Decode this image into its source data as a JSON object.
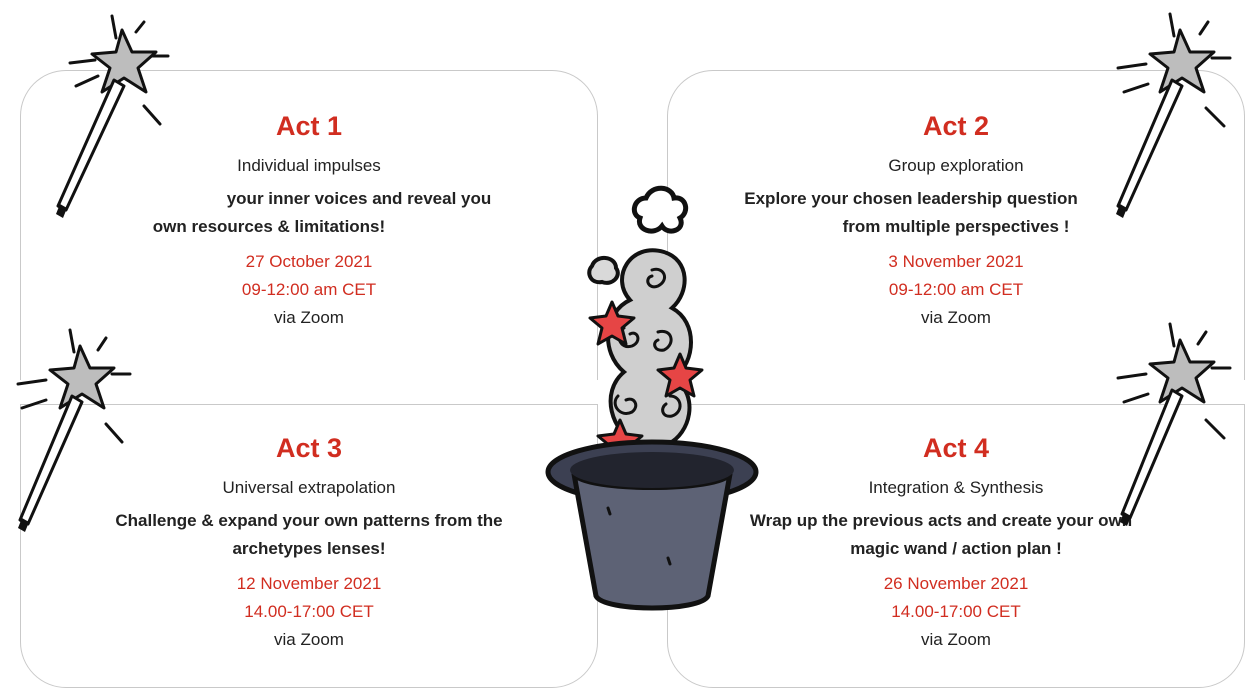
{
  "acts": [
    {
      "title": "Act 1",
      "subtitle": "Individual impulses",
      "description_line1": "your inner voices and reveal you",
      "description_line2": "own resources & limitations!",
      "date": "27 October 2021",
      "time": "09-12:00 am CET",
      "via": "via Zoom"
    },
    {
      "title": "Act 2",
      "subtitle": "Group exploration",
      "description_line1": "Explore your chosen leadership question",
      "description_line2": "from multiple perspectives !",
      "date": "3 November 2021",
      "time": "09-12:00 am CET",
      "via": "via Zoom"
    },
    {
      "title": "Act 3",
      "subtitle": "Universal extrapolation",
      "description_line1": "Challenge & expand your own patterns from the",
      "description_line2": "archetypes lenses!",
      "date": "12 November 2021",
      "time": "14.00-17:00 CET",
      "via": "via Zoom"
    },
    {
      "title": "Act 4",
      "subtitle": "Integration & Synthesis",
      "description_line1": "Wrap up the previous acts and create your own",
      "description_line2": "magic wand / action plan !",
      "date": "26 November 2021",
      "time": "14.00-17:00 CET",
      "via": "via Zoom"
    }
  ],
  "icons": {
    "wand": "magic-wand-icon",
    "hat": "magic-hat-icon"
  },
  "colors": {
    "accent": "#d12d20",
    "text": "#222222",
    "border": "#c9c9c9",
    "wand_star": "#bdbdbd",
    "hat": "#5d6275",
    "smoke": "#cfcfcf",
    "stars": "#e64545"
  }
}
